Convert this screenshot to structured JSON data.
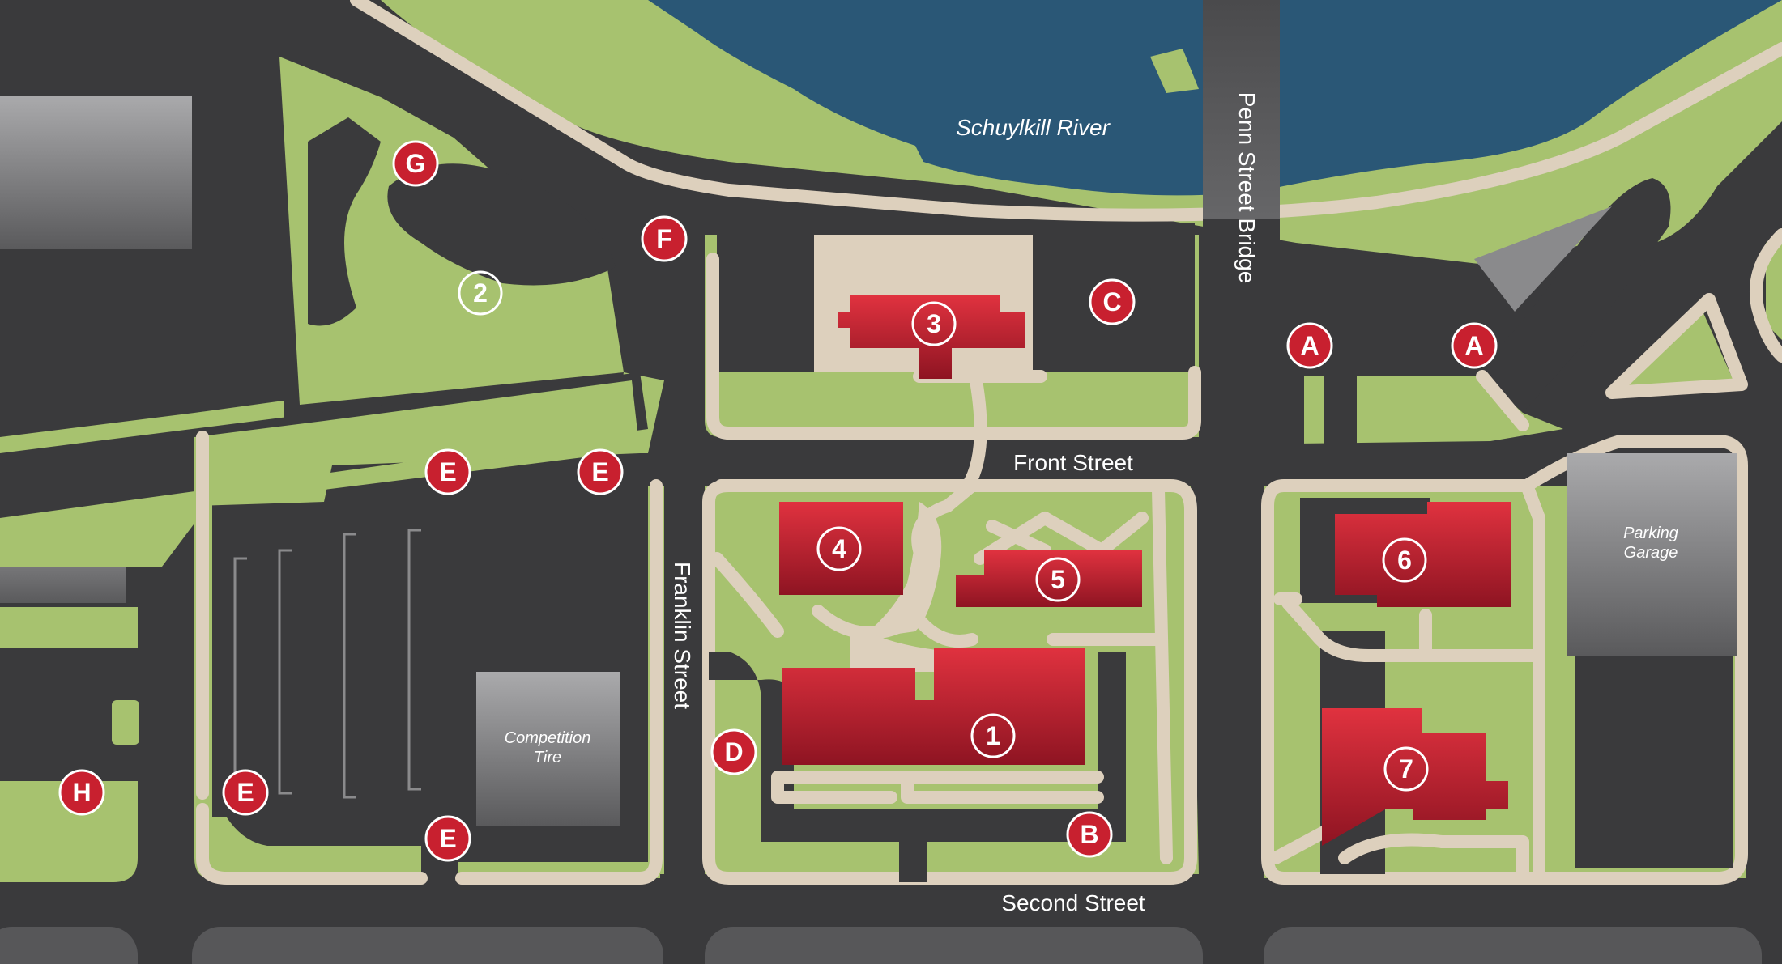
{
  "colors": {
    "road": "#3a3a3c",
    "grass": "#a7c26f",
    "water": "#2a5776",
    "walkway": "#ddd0bd",
    "building": "#c8202f",
    "marker": "#c8202f",
    "gray_building": "#8a8a8c"
  },
  "river": {
    "label": "Schuylkill River"
  },
  "streets": {
    "bridge": "Penn Street Bridge",
    "front": "Front Street",
    "franklin": "Franklin Street",
    "second": "Second Street"
  },
  "gray_buildings": {
    "competition_tire": [
      "Competition",
      "Tire"
    ],
    "parking_garage": [
      "Parking",
      "Garage"
    ]
  },
  "buildings": [
    "1",
    "2",
    "3",
    "4",
    "5",
    "6",
    "7"
  ],
  "markers": [
    "A",
    "A",
    "B",
    "C",
    "D",
    "E",
    "E",
    "E",
    "E",
    "F",
    "G",
    "H"
  ]
}
